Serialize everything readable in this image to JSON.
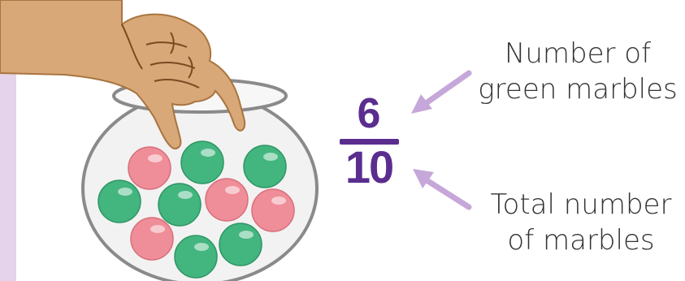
{
  "fraction": {
    "numerator": "6",
    "denominator": "10"
  },
  "labels": {
    "top_line1": "Number of",
    "top_line2": "green marbles",
    "bottom_line1": "Total number",
    "bottom_line2": "of marbles"
  },
  "colors": {
    "fraction": "#5b2d8e",
    "arrow": "#c6a7d9",
    "left_bar": "#e4d3ea",
    "green_marble": "#43b57e",
    "pink_marble": "#ef8d98",
    "skin": "#d8a878",
    "bowl_outline": "#8a8a8a",
    "bowl_fill": "#f2f2f2"
  },
  "marbles": [
    {
      "color": "pink"
    },
    {
      "color": "green"
    },
    {
      "color": "green"
    },
    {
      "color": "green"
    },
    {
      "color": "green"
    },
    {
      "color": "pink"
    },
    {
      "color": "pink"
    },
    {
      "color": "pink"
    },
    {
      "color": "green"
    },
    {
      "color": "green"
    }
  ]
}
